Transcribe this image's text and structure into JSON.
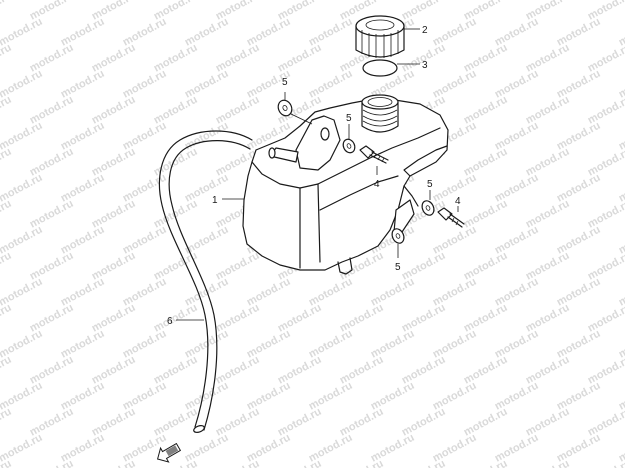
{
  "watermark": {
    "text": "motod.ru"
  },
  "callouts": {
    "tank": "1",
    "cap": "2",
    "cap_gasket": "3",
    "bolt_a": "4",
    "bolt_b": "4",
    "washer_a": "5",
    "washer_b": "5",
    "washer_c": "5",
    "washer_d": "5",
    "hose": "6"
  }
}
